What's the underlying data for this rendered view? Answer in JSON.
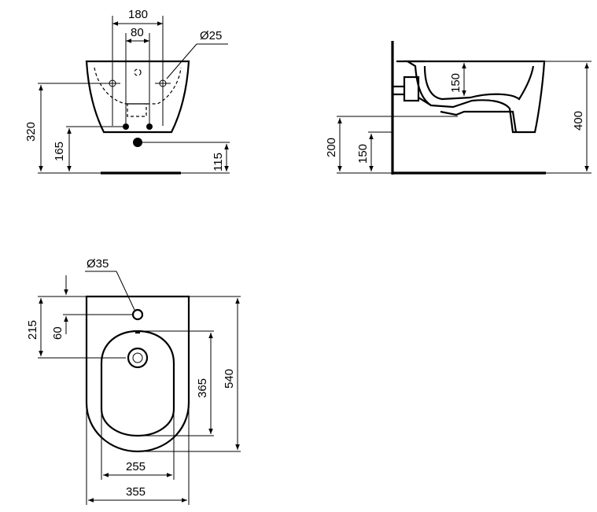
{
  "front_view": {
    "dims": {
      "width_outer": "180",
      "width_inner": "80",
      "diameter": "Ø25",
      "height_320": "320",
      "height_165": "165",
      "height_115": "115"
    }
  },
  "side_view": {
    "dims": {
      "height_400": "400",
      "height_200": "200",
      "height_150_lower": "150",
      "depth_150_upper": "150"
    }
  },
  "top_view": {
    "dims": {
      "diameter": "Ø35",
      "offset_215": "215",
      "offset_60": "60",
      "length_540": "540",
      "length_365": "365",
      "width_255": "255",
      "width_355": "355"
    }
  }
}
